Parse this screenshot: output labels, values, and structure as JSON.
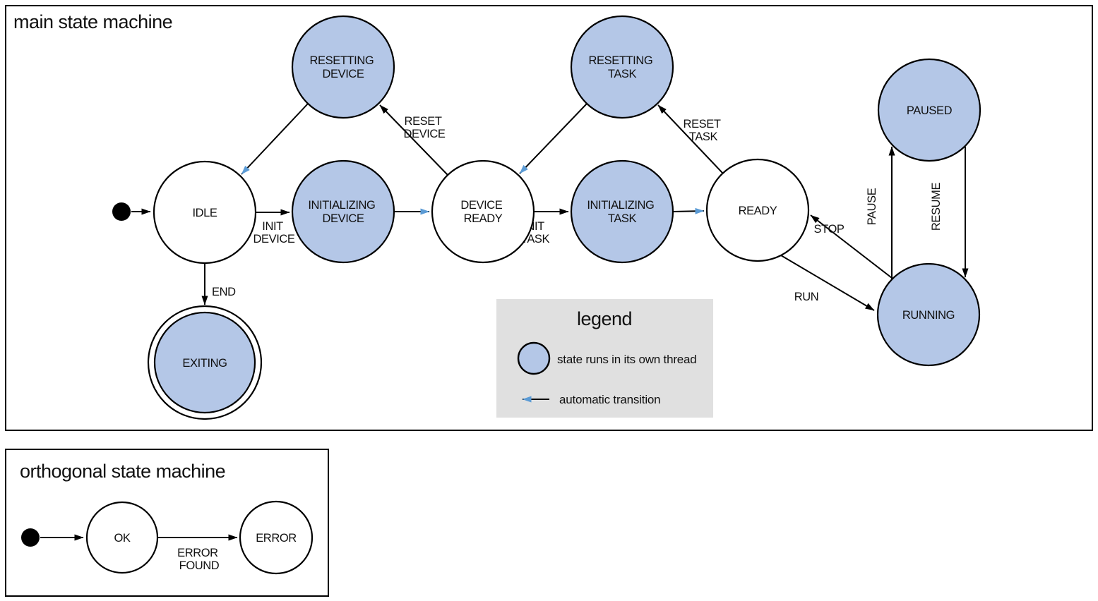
{
  "colors": {
    "threaded_state_fill": "#b4c7e7",
    "plain_state_fill": "#ffffff",
    "automatic_transition": "#5b9bd5",
    "legend_bg": "#e0e0e0",
    "outline": "#000000"
  },
  "main": {
    "title": "main state machine",
    "states": {
      "idle": {
        "label": "IDLE",
        "threaded": false
      },
      "resetting_device": {
        "line1": "RESETTING",
        "line2": "DEVICE",
        "threaded": true
      },
      "initializing_device": {
        "line1": "INITIALIZING",
        "line2": "DEVICE",
        "threaded": true
      },
      "device_ready": {
        "line1": "DEVICE",
        "line2": "READY",
        "threaded": false
      },
      "resetting_task": {
        "line1": "RESETTING",
        "line2": "TASK",
        "threaded": true
      },
      "initializing_task": {
        "line1": "INITIALIZING",
        "line2": "TASK",
        "threaded": true
      },
      "ready": {
        "label": "READY",
        "threaded": false
      },
      "paused": {
        "label": "PAUSED",
        "threaded": true
      },
      "running": {
        "label": "RUNNING",
        "threaded": true
      },
      "exiting": {
        "label": "EXITING",
        "threaded": true,
        "final": true
      }
    },
    "transitions": {
      "init_device": {
        "line1": "INIT",
        "line2": "DEVICE",
        "from": "IDLE",
        "to": "INITIALIZING DEVICE"
      },
      "auto_device_ready": {
        "automatic": true,
        "from": "INITIALIZING DEVICE",
        "to": "DEVICE READY"
      },
      "reset_device": {
        "line1": "RESET",
        "line2": "DEVICE",
        "from": "DEVICE READY",
        "to": "RESETTING DEVICE"
      },
      "auto_idle": {
        "automatic": true,
        "from": "RESETTING DEVICE",
        "to": "IDLE"
      },
      "init_task": {
        "line1": "INIT",
        "line2": "TASK",
        "from": "DEVICE READY",
        "to": "INITIALIZING TASK"
      },
      "auto_ready": {
        "automatic": true,
        "from": "INITIALIZING TASK",
        "to": "READY"
      },
      "reset_task": {
        "line1": "RESET",
        "line2": "TASK",
        "from": "READY",
        "to": "RESETTING TASK"
      },
      "auto_device_ready_2": {
        "automatic": true,
        "from": "RESETTING TASK",
        "to": "DEVICE READY"
      },
      "run": {
        "label": "RUN",
        "from": "READY",
        "to": "RUNNING"
      },
      "stop": {
        "label": "STOP",
        "from": "RUNNING",
        "to": "READY"
      },
      "pause": {
        "label": "PAUSE",
        "from": "RUNNING",
        "to": "PAUSED"
      },
      "resume": {
        "label": "RESUME",
        "from": "PAUSED",
        "to": "RUNNING"
      },
      "end": {
        "label": "END",
        "from": "IDLE",
        "to": "EXITING"
      }
    },
    "legend": {
      "title": "legend",
      "thread_label": "state runs in its own thread",
      "auto_label": "automatic transition"
    }
  },
  "orthogonal": {
    "title": "orthogonal state machine",
    "states": {
      "ok": {
        "label": "OK"
      },
      "error": {
        "label": "ERROR"
      }
    },
    "transitions": {
      "error_found": {
        "line1": "ERROR",
        "line2": "FOUND",
        "from": "OK",
        "to": "ERROR"
      }
    }
  }
}
